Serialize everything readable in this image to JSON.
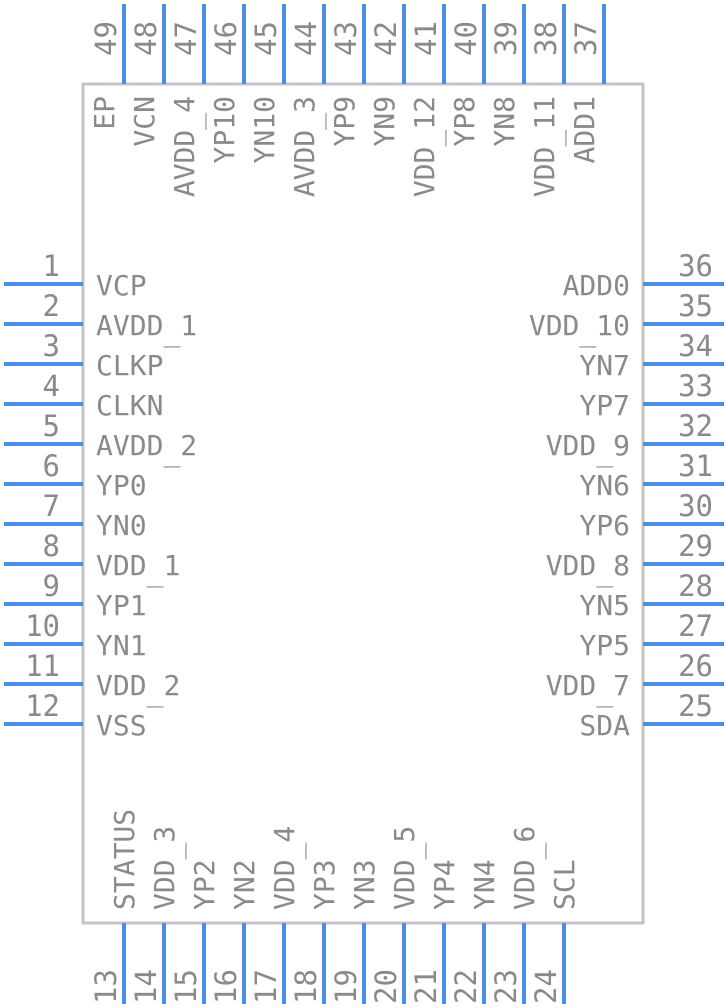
{
  "colors": {
    "pin": "#4a8fe8",
    "body": "#c4c4c4",
    "text": "#8a8a8a",
    "background": "#ffffff"
  },
  "pins": {
    "left": [
      {
        "num": "1",
        "name": "VCP"
      },
      {
        "num": "2",
        "name": "AVDD_1"
      },
      {
        "num": "3",
        "name": "CLKP"
      },
      {
        "num": "4",
        "name": "CLKN"
      },
      {
        "num": "5",
        "name": "AVDD_2"
      },
      {
        "num": "6",
        "name": "YP0"
      },
      {
        "num": "7",
        "name": "YN0"
      },
      {
        "num": "8",
        "name": "VDD_1"
      },
      {
        "num": "9",
        "name": "YP1"
      },
      {
        "num": "10",
        "name": "YN1"
      },
      {
        "num": "11",
        "name": "VDD_2"
      },
      {
        "num": "12",
        "name": "VSS"
      }
    ],
    "bottom": [
      {
        "num": "13",
        "name": "STATUS"
      },
      {
        "num": "14",
        "name": "VDD_3"
      },
      {
        "num": "15",
        "name": "YP2"
      },
      {
        "num": "16",
        "name": "YN2"
      },
      {
        "num": "17",
        "name": "VDD_4"
      },
      {
        "num": "18",
        "name": "YP3"
      },
      {
        "num": "19",
        "name": "YN3"
      },
      {
        "num": "20",
        "name": "VDD_5"
      },
      {
        "num": "21",
        "name": "YP4"
      },
      {
        "num": "22",
        "name": "YN4"
      },
      {
        "num": "23",
        "name": "VDD_6"
      },
      {
        "num": "24",
        "name": "SCL"
      }
    ],
    "right": [
      {
        "num": "25",
        "name": "SDA"
      },
      {
        "num": "26",
        "name": "VDD_7"
      },
      {
        "num": "27",
        "name": "YP5"
      },
      {
        "num": "28",
        "name": "YN5"
      },
      {
        "num": "29",
        "name": "VDD_8"
      },
      {
        "num": "30",
        "name": "YP6"
      },
      {
        "num": "31",
        "name": "YN6"
      },
      {
        "num": "32",
        "name": "VDD_9"
      },
      {
        "num": "33",
        "name": "YP7"
      },
      {
        "num": "34",
        "name": "YN7"
      },
      {
        "num": "35",
        "name": "VDD_10"
      },
      {
        "num": "36",
        "name": "ADD0"
      }
    ],
    "top": [
      {
        "num": "37",
        "name": "ADD1"
      },
      {
        "num": "38",
        "name": "VDD_11"
      },
      {
        "num": "39",
        "name": "YN8"
      },
      {
        "num": "40",
        "name": "YP8"
      },
      {
        "num": "41",
        "name": "VDD_12"
      },
      {
        "num": "42",
        "name": "YN9"
      },
      {
        "num": "43",
        "name": "YP9"
      },
      {
        "num": "44",
        "name": "AVDD_3"
      },
      {
        "num": "45",
        "name": "YN10"
      },
      {
        "num": "46",
        "name": "YP10"
      },
      {
        "num": "47",
        "name": "AVDD_4"
      },
      {
        "num": "48",
        "name": "VCN"
      },
      {
        "num": "49",
        "name": "EP"
      }
    ]
  }
}
